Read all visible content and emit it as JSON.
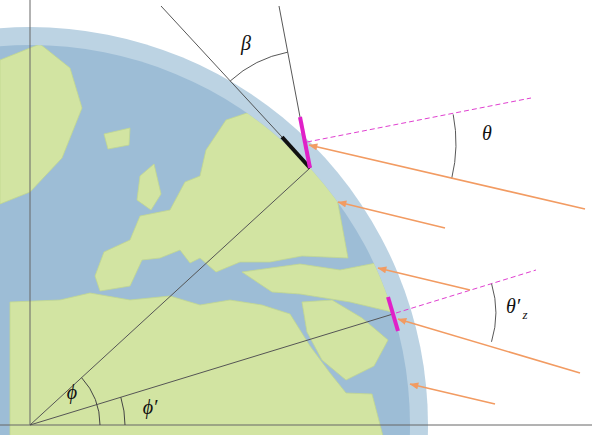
{
  "diagram": {
    "labels": [
      "β",
      "θ",
      "ϕ",
      "ϕ′",
      "θ′",
      "z"
    ]
  }
}
